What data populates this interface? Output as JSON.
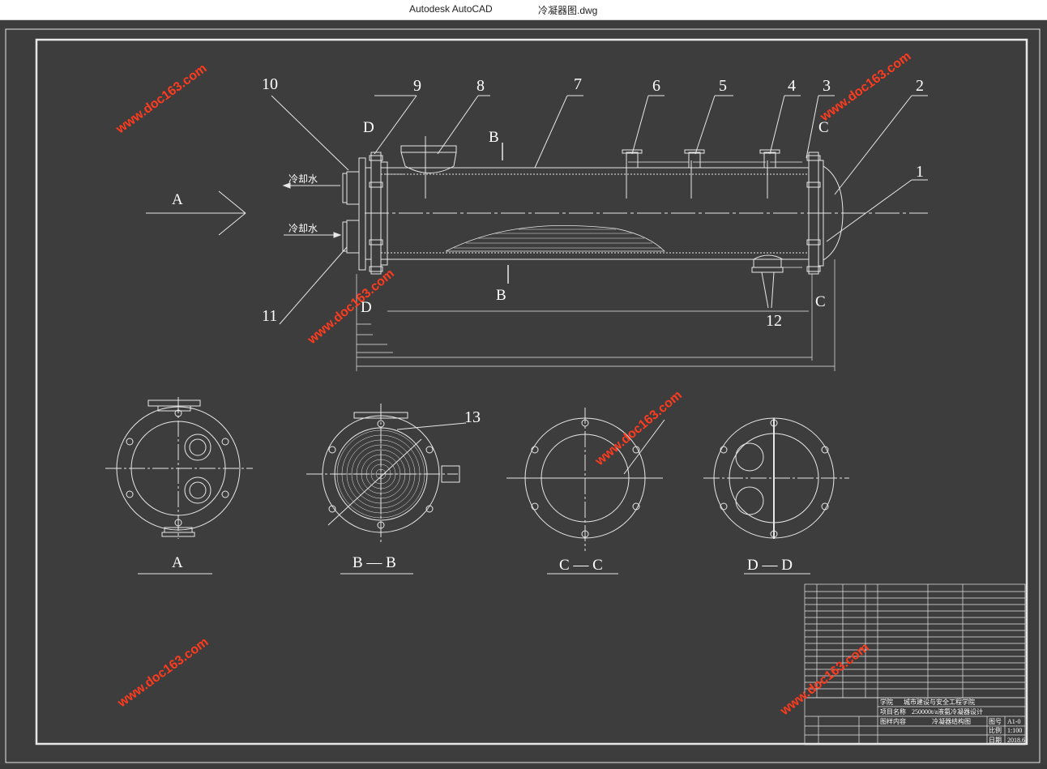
{
  "window": {
    "app_name": "Autodesk AutoCAD",
    "file_name": "冷凝器图.dwg"
  },
  "watermark": {
    "text": "www.doc163.com",
    "color": "#ff3b1f"
  },
  "drawing": {
    "part_numbers": [
      "1",
      "2",
      "3",
      "4",
      "5",
      "6",
      "7",
      "8",
      "9",
      "10",
      "11",
      "12",
      "13"
    ],
    "section_letters": {
      "a": "A",
      "b": "B",
      "c": "C",
      "d": "D"
    },
    "flow_labels": {
      "water_out": "冷却水",
      "water_in": "冷却水"
    },
    "section_view_labels": [
      "A",
      "B — B",
      "C — C",
      "D — D"
    ]
  },
  "title_block": {
    "school": "城市建设与安全工程学院",
    "project": "250000t/a液氨冷凝器设计",
    "drawing_name": "冷凝器结构图",
    "sheet_size": "A1-0",
    "scale": "1:100",
    "date": "2018.6",
    "labels": {
      "school_prefix": "学院",
      "project_prefix": "项目名称",
      "drawing_prefix": "图样内容",
      "sheet": "图号",
      "scale": "比例",
      "date": "日期"
    }
  },
  "colors": {
    "background": "#3d3d3d",
    "lines": "#ffffff",
    "watermark": "#ff3b1f"
  }
}
